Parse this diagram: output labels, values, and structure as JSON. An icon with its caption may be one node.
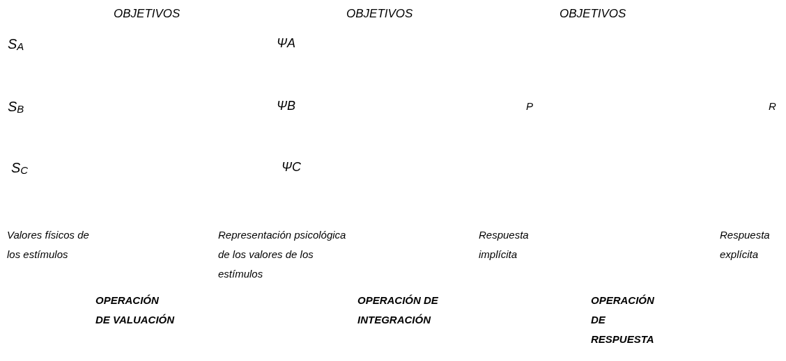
{
  "diagram": {
    "labels": [
      "OBJETIVOS",
      "OBJETIVOS",
      "OBJETIVOS",
      "S$_{A}$",
      "ΨA",
      "S$_{B}$",
      "ΨB",
      "P",
      "R",
      "S$_{C}$",
      "ΨC",
      "Valores físicos de los estímulos",
      "Representación psicológica de los valores de los estímulos",
      "Respuesta implícita",
      "Respuesta explícita",
      "OPERACIÓN DE VALUACIÓN",
      "OPERACIÓN DE INTEGRACIÓN",
      "OPERACIÓN DE RESPUESTA"
    ]
  }
}
